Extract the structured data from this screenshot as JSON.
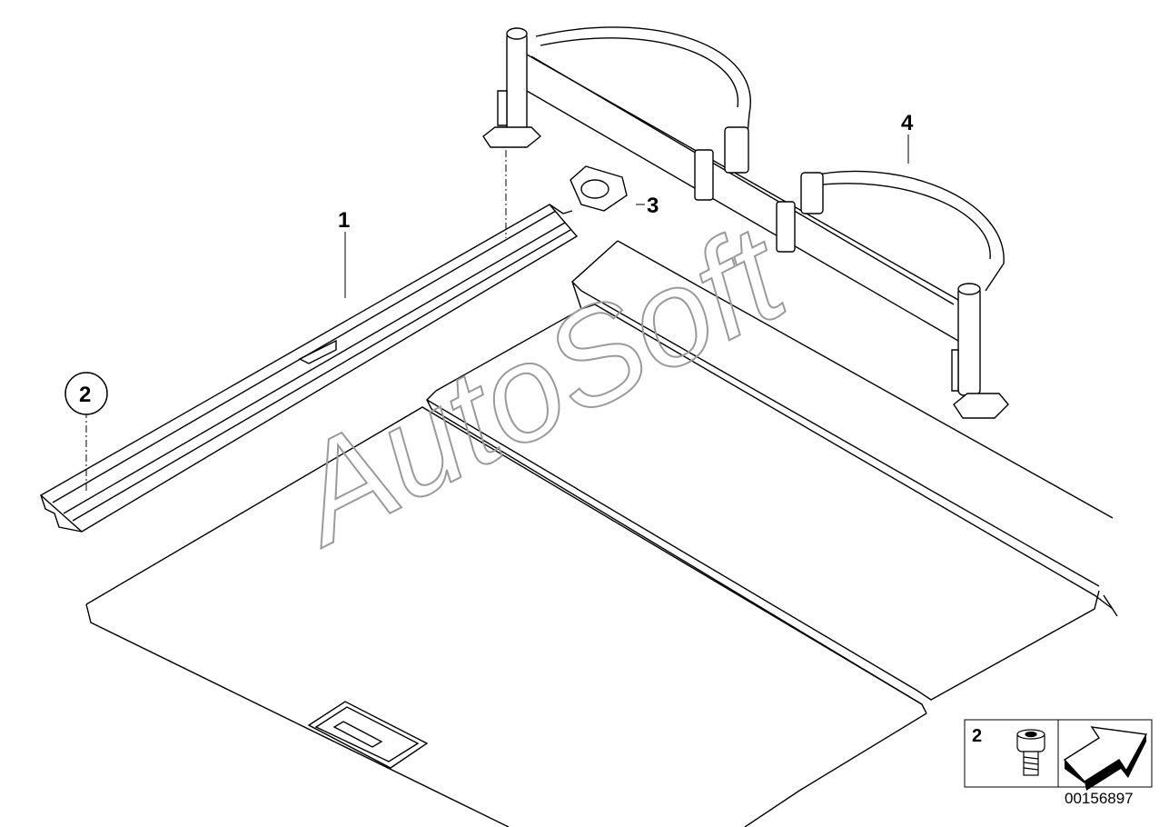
{
  "callouts": {
    "part1": "1",
    "part2": "2",
    "part3": "3",
    "part4": "4"
  },
  "legend": {
    "item_number": "2"
  },
  "watermark": "AutoSoft",
  "diagram_number": "00156897"
}
